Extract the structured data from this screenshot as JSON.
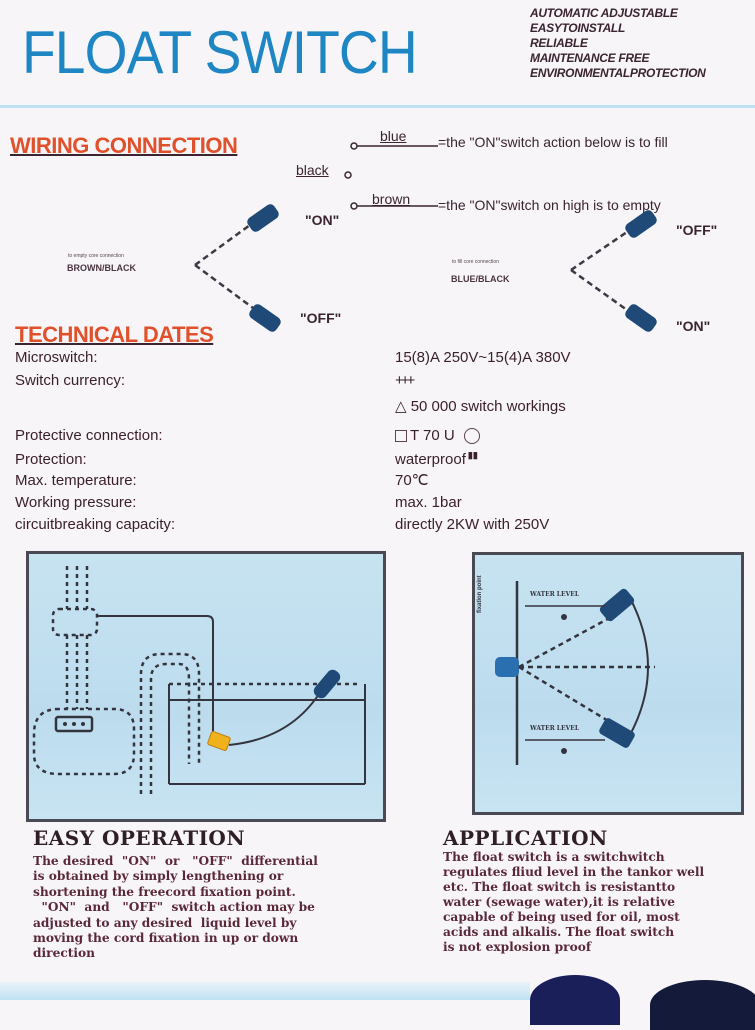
{
  "header": {
    "title": "FLOAT SWITCH",
    "features": [
      "AUTOMATIC ADJUSTABLE",
      "EASYTOINSTALL",
      "RELIABLE",
      "MAINTENANCE FREE",
      "ENVIRONMENTALPROTECTION"
    ]
  },
  "wiring": {
    "heading": "WIRING CONNECTION",
    "common_wire": "black",
    "wires": [
      {
        "color": "blue",
        "description": "=the \"ON\"switch action below is to fill"
      },
      {
        "color": "brown",
        "description": "=the \"ON\"switch on high is to empty"
      }
    ],
    "left_diagram": {
      "caption": "to empty core connection",
      "connection": "BROWN/BLACK",
      "top_state": "\"ON\"",
      "bottom_state": "\"OFF\""
    },
    "right_diagram": {
      "caption": "to fill core connection",
      "connection": "BLUE/BLACK",
      "top_state": "\"OFF\"",
      "bottom_state": "\"ON\""
    }
  },
  "technical": {
    "heading": "TECHNICAL DATES",
    "specs": [
      {
        "label": "Microswitch:",
        "value": "15(8)A  250V~15(4)A 380V"
      },
      {
        "label": "Switch currency:",
        "value": "+++"
      },
      {
        "label": "",
        "value": "△  50 000 switch workings"
      },
      {
        "label": "Protective   connection:",
        "value": "T 70 U"
      },
      {
        "label": "Protection:",
        "value": "waterproof"
      },
      {
        "label": "Max. temperature:",
        "value": "70℃"
      },
      {
        "label": "Working pressure:",
        "value": "max. 1bar"
      },
      {
        "label": "circuitbreaking  capacity:",
        "value": "directly 2KW with  250V"
      }
    ]
  },
  "diagrams": {
    "application_labels": {
      "top": "WATER LEVEL",
      "bottom": "WATER LEVEL",
      "vertical": "fixation point"
    }
  },
  "easy_operation": {
    "heading": "EASY OPERATION",
    "lines": [
      "The desired  \"ON\"  or   \"OFF\"  differential",
      "is obtained by simply lengthening or",
      "shortening the freecord fixation point.",
      "  \"ON\"  and   \"OFF\"  switch action may be",
      "adjusted to any desired  liquid level by",
      "moving the cord fixation in up or down",
      "direction"
    ]
  },
  "application": {
    "heading": "APPLICATION",
    "lines": [
      "The float switch is a switchwitch",
      "regulates fliud level in the tankor well",
      "etc. The float switch is resistantto",
      "water (sewage water),it is relative",
      "capable of being used for oil, most",
      "acids and alkalis. The float switch",
      "is not explosion proof"
    ]
  },
  "colors": {
    "title": "#1f86c4",
    "heading_accent": "#e0502a",
    "float_body": "#1f4a78",
    "panel_bg": "#c2e0f0"
  }
}
